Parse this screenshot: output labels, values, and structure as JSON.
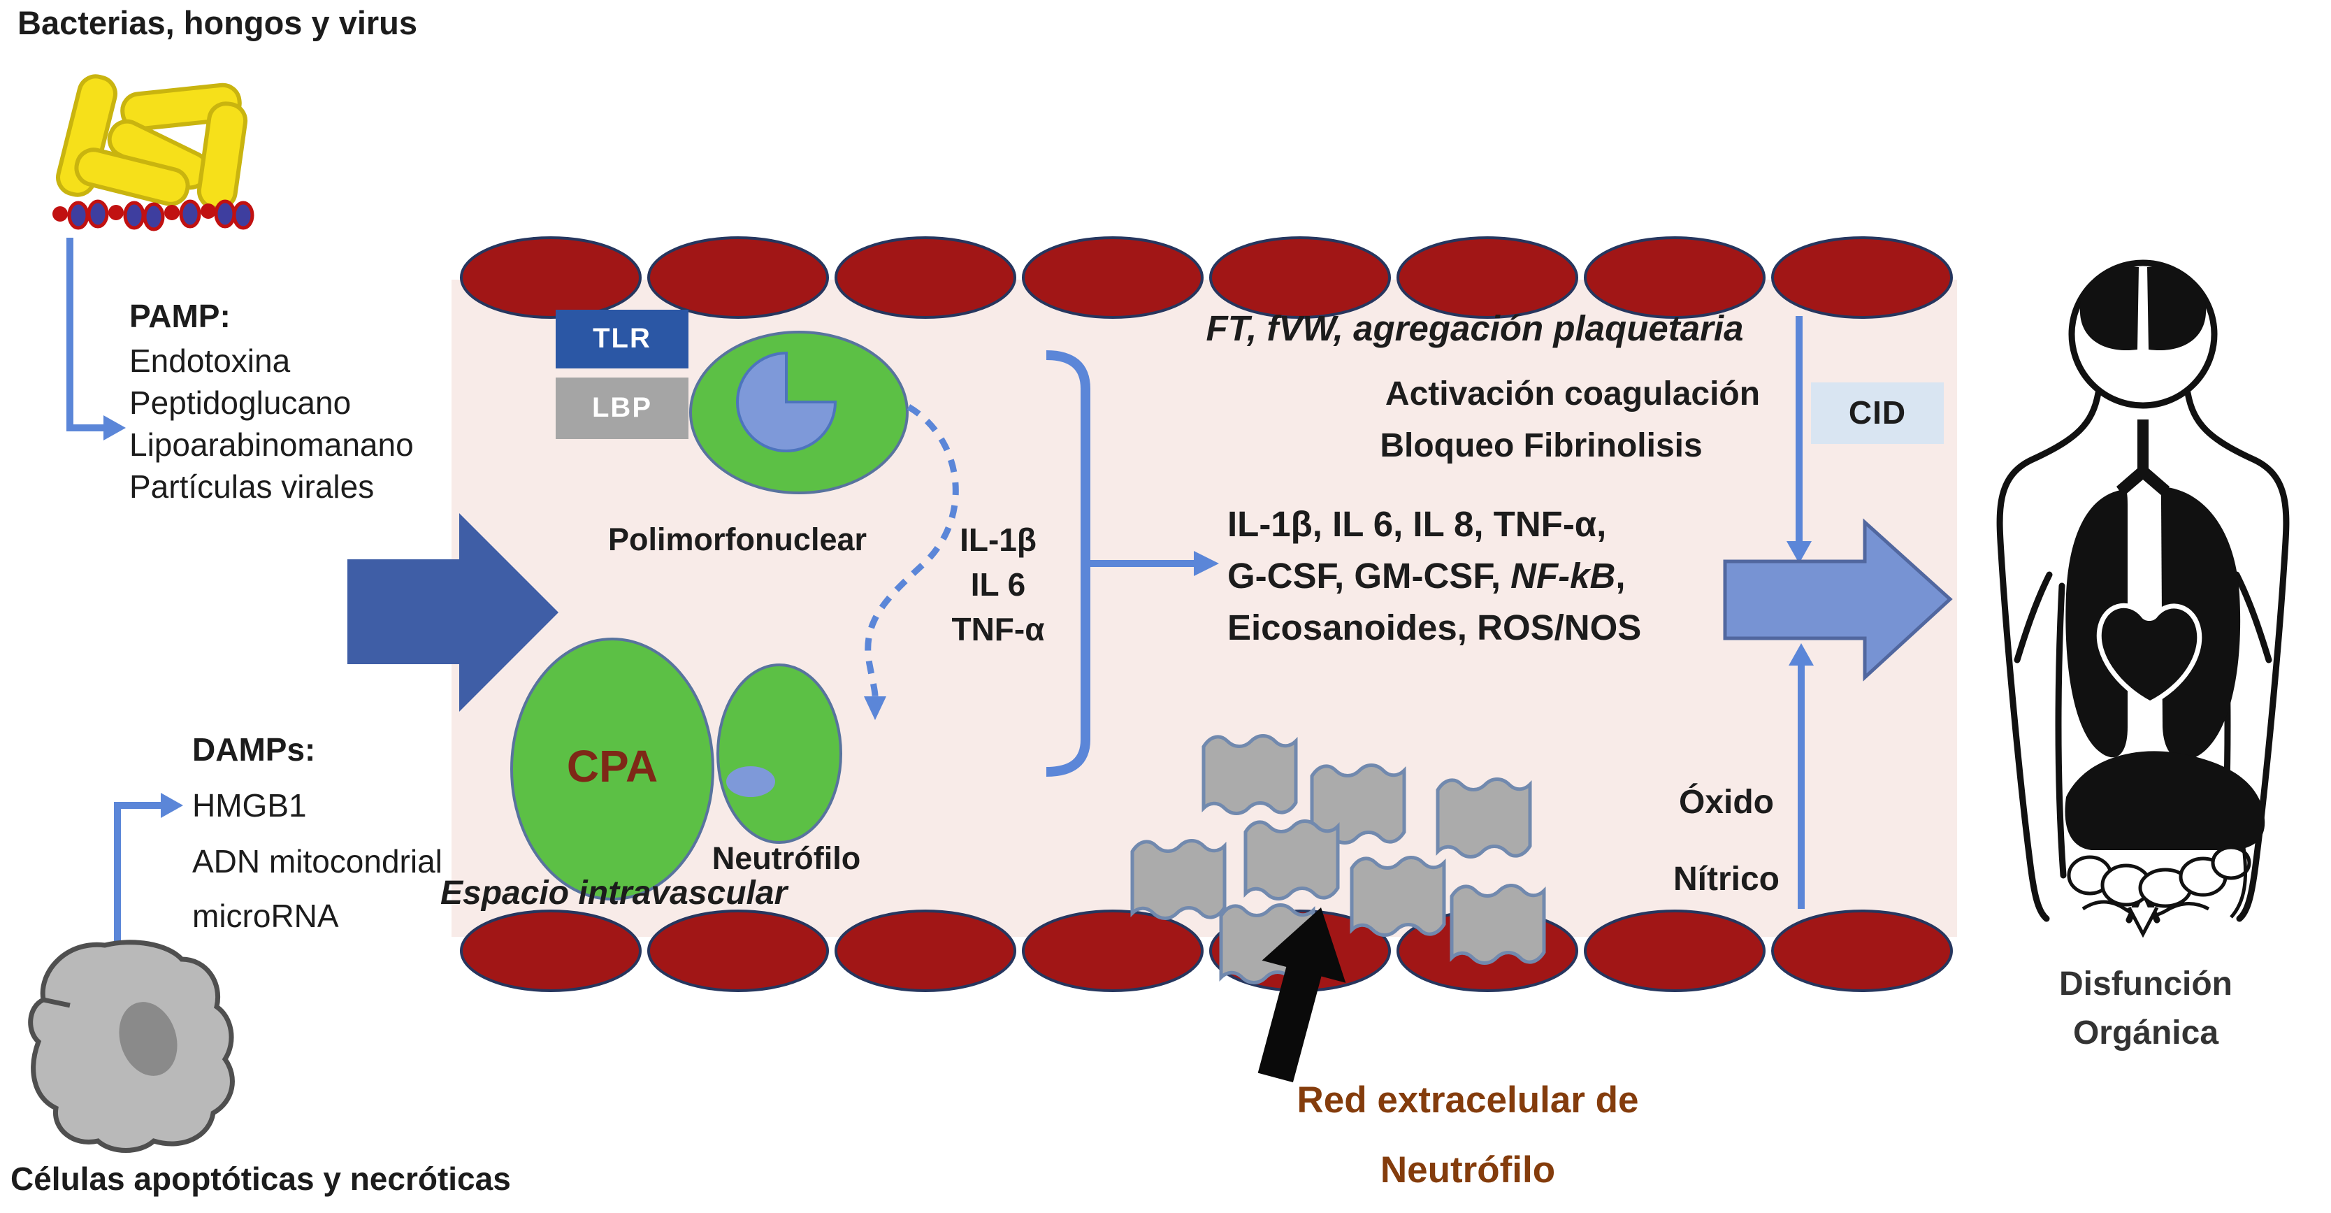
{
  "top_left": {
    "title": "Bacterias, hongos y virus"
  },
  "pamp": {
    "heading": "PAMP:",
    "items": [
      "Endotoxina",
      "Peptidoglucano",
      "Lipoarabinomanano",
      "Partículas virales"
    ]
  },
  "damps": {
    "heading": "DAMPs:",
    "items": [
      "HMGB1",
      "ADN mitocondrial",
      "microRNA"
    ]
  },
  "apoptotic_cells_label": "Células apoptóticas y necróticas",
  "vessel": {
    "space_label": "Espacio intravascular",
    "tlr": "TLR",
    "lbp": "LBP",
    "pmn_label": "Polimorfonuclear",
    "cpa": "CPA",
    "neutrophil_label": "Neutrófilo",
    "early_cytokines": [
      "IL-1β",
      "IL 6",
      "TNF-α"
    ],
    "platelet_line": "FT, fVW, agregación plaquetaria",
    "coagulation_line1": "Activación coagulación",
    "coagulation_line2": "Bloqueo Fibrinolisis",
    "mediators_line1": "IL-1β, IL 6, IL 8, TNF-α,",
    "mediators_line2_pre": "G-CSF, GM-CSF, ",
    "mediators_line2_italic": "NF-kB",
    "mediators_line2_post": ",",
    "mediators_line3": "Eicosanoides, ROS/NOS",
    "net_line1": "Red extracelular de",
    "net_line2": "Neutrófilo",
    "cid": "CID",
    "nitric_line1": "Óxido",
    "nitric_line2": "Nítrico"
  },
  "outcome": {
    "line1": "Disfunción",
    "line2": "Orgánica"
  },
  "colors": {
    "vessel_pink": "#f8ebe8",
    "red_blood_cell": "#a11616",
    "arrow_blue_dark": "#3f5ea6",
    "arrow_blue_light": "#7793d3",
    "thin_arrow_blue": "#5b86d8",
    "cell_green": "#5cc045",
    "nucleus_blue": "#7e99d9",
    "tlr_blue": "#2b57a5",
    "lbp_gray": "#a5a5a5",
    "cpa_text": "#7e2817",
    "net_label_brown": "#843c0c",
    "cid_bg": "#d9e5f2",
    "bacteria_yellow": "#f6e01a",
    "net_flag_gray": "#ababab"
  }
}
